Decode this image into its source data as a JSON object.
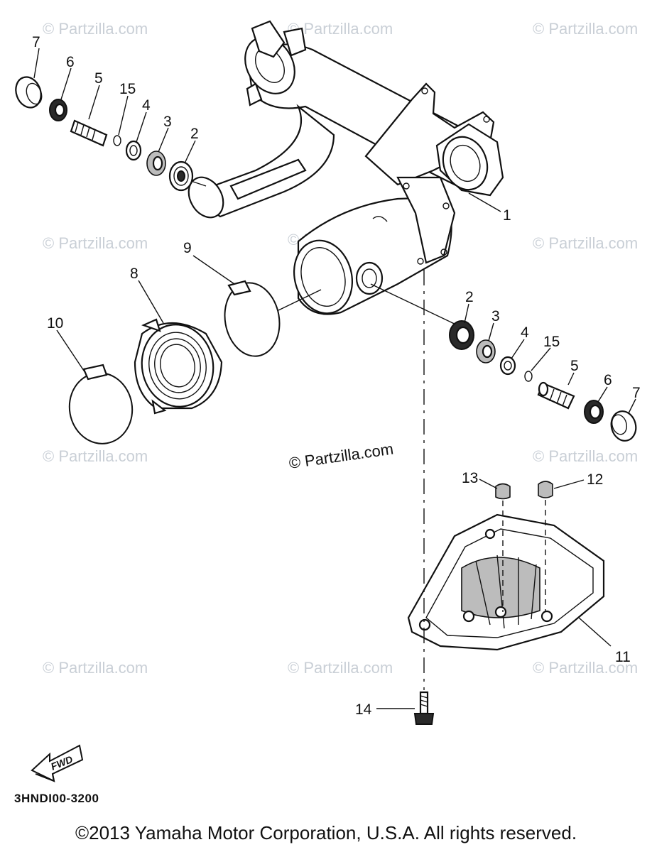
{
  "watermark": "© Partzilla.com",
  "center_watermark": "© Partzilla.com",
  "part_code": "3HNDI00-3200",
  "fwd_label": "FWD",
  "copyright": "©2013  Yamaha Motor Corporation, U.S.A. All rights reserved.",
  "callouts": {
    "l7": "7",
    "l6": "6",
    "l5": "5",
    "l15": "15",
    "l4": "4",
    "l3": "3",
    "l2": "2",
    "r2": "2",
    "r3": "3",
    "r4": "4",
    "r15": "15",
    "r5": "5",
    "r6": "6",
    "r7": "7",
    "c1": "1",
    "c8": "8",
    "c9": "9",
    "c10": "10",
    "c11": "11",
    "c12": "12",
    "c13": "13",
    "c14": "14"
  }
}
